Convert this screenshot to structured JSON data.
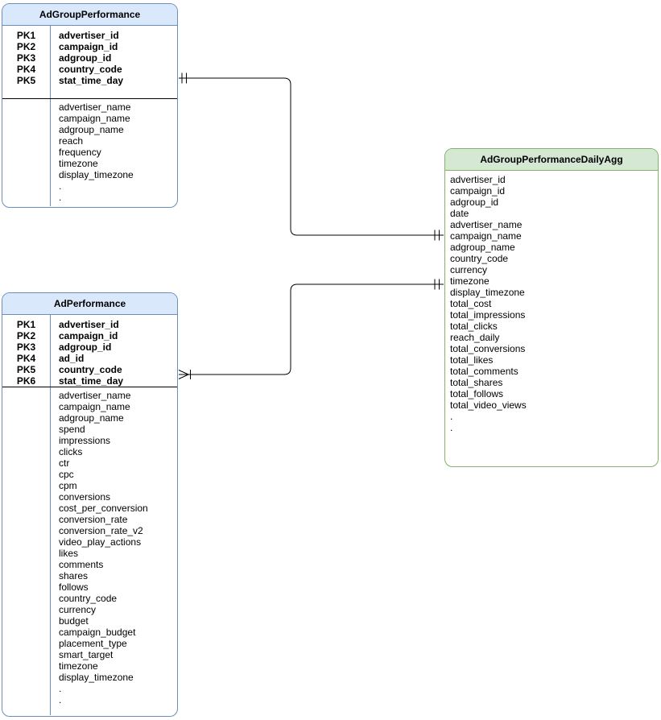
{
  "diagram": {
    "background_color": "#ffffff",
    "line_color": "#000000",
    "tables": [
      {
        "title": "AdGroupPerformance",
        "header_fill": "#dae8fc",
        "border_color": "#6c8ebf",
        "primary_keys": [
          {
            "key": "PK1",
            "field": "advertiser_id"
          },
          {
            "key": "PK2",
            "field": "campaign_id"
          },
          {
            "key": "PK3",
            "field": "adgroup_id"
          },
          {
            "key": "PK4",
            "field": "country_code"
          },
          {
            "key": "PK5",
            "field": "stat_time_day"
          }
        ],
        "fields": [
          "advertiser_name",
          "campaign_name",
          "adgroup_name",
          "reach",
          "frequency",
          "timezone",
          "display_timezone",
          ".",
          "."
        ]
      },
      {
        "title": "AdPerformance",
        "header_fill": "#dae8fc",
        "border_color": "#6c8ebf",
        "primary_keys": [
          {
            "key": "PK1",
            "field": "advertiser_id"
          },
          {
            "key": "PK2",
            "field": "campaign_id"
          },
          {
            "key": "PK3",
            "field": "adgroup_id"
          },
          {
            "key": "PK4",
            "field": "ad_id"
          },
          {
            "key": "PK5",
            "field": "country_code"
          },
          {
            "key": "PK6",
            "field": "stat_time_day"
          }
        ],
        "fields": [
          "advertiser_name",
          "campaign_name",
          "adgroup_name",
          "spend",
          "impressions",
          "clicks",
          "ctr",
          "cpc",
          "cpm",
          "conversions",
          "cost_per_conversion",
          "conversion_rate",
          "conversion_rate_v2",
          "video_play_actions",
          "likes",
          "comments",
          "shares",
          "follows",
          "country_code",
          "currency",
          "budget",
          "campaign_budget",
          "placement_type",
          "smart_target",
          "timezone",
          "display_timezone",
          ".",
          "."
        ]
      },
      {
        "title": "AdGroupPerformanceDailyAgg",
        "header_fill": "#d5e8d4",
        "border_color": "#82b366",
        "primary_keys": [],
        "fields": [
          "advertiser_id",
          "campaign_id",
          "adgroup_id",
          "date",
          "advertiser_name",
          "campaign_name",
          "adgroup_name",
          "country_code",
          "currency",
          "timezone",
          "display_timezone",
          "total_cost",
          "total_impressions",
          "total_clicks",
          "reach_daily",
          "total_conversions",
          "total_likes",
          "total_comments",
          "total_shares",
          "total_follows",
          "total_video_views",
          ".",
          "."
        ]
      }
    ],
    "relationships": [
      {
        "from": "AdGroupPerformance",
        "to": "AdGroupPerformanceDailyAgg",
        "from_cardinality": "exactly-one",
        "to_cardinality": "exactly-one"
      },
      {
        "from": "AdPerformance",
        "to": "AdGroupPerformanceDailyAgg",
        "from_cardinality": "one-or-many",
        "to_cardinality": "exactly-one"
      }
    ]
  }
}
